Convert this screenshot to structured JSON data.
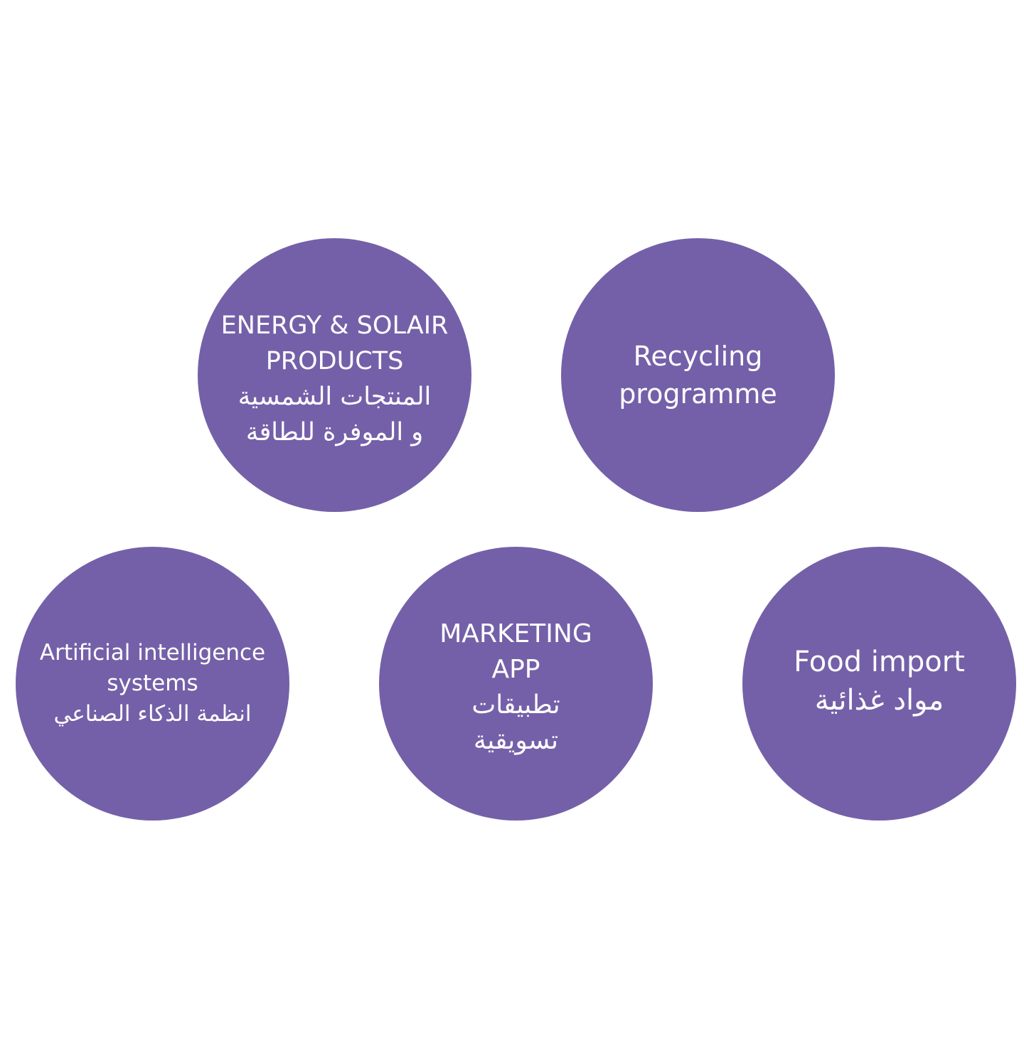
{
  "colors": {
    "background": "#ffffff",
    "circle_fill": "#7460a8",
    "text": "#ffffff"
  },
  "nodes": [
    {
      "id": "energy",
      "lines": [
        "ENERGY & SOLAIR",
        "PRODUCTS",
        "المنتجات الشمسية",
        "و الموفرة للطاقة"
      ]
    },
    {
      "id": "recycling",
      "lines": [
        "Recycling",
        "programme"
      ]
    },
    {
      "id": "ai",
      "lines": [
        "Artificial intelligence",
        "systems",
        "انظمة الذكاء الصناعي"
      ]
    },
    {
      "id": "marketing",
      "lines": [
        "MARKETING",
        "APP",
        "تطبيقات",
        "تسويقية"
      ]
    },
    {
      "id": "food",
      "lines": [
        "Food import",
        "مواد غذائية"
      ]
    }
  ]
}
